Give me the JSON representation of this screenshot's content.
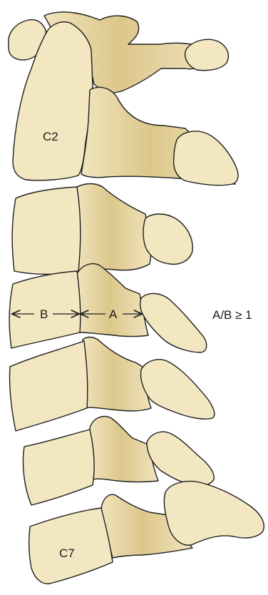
{
  "labels": {
    "c2": "C2",
    "c7": "C7",
    "a": "A",
    "b": "B",
    "ratio": "A/B ≥ 1"
  },
  "colors": {
    "bone": "#f3e7c1",
    "pillar_light": "#efe1b6",
    "pillar_dark": "#d9c283",
    "outline": "#1e1e1e"
  }
}
